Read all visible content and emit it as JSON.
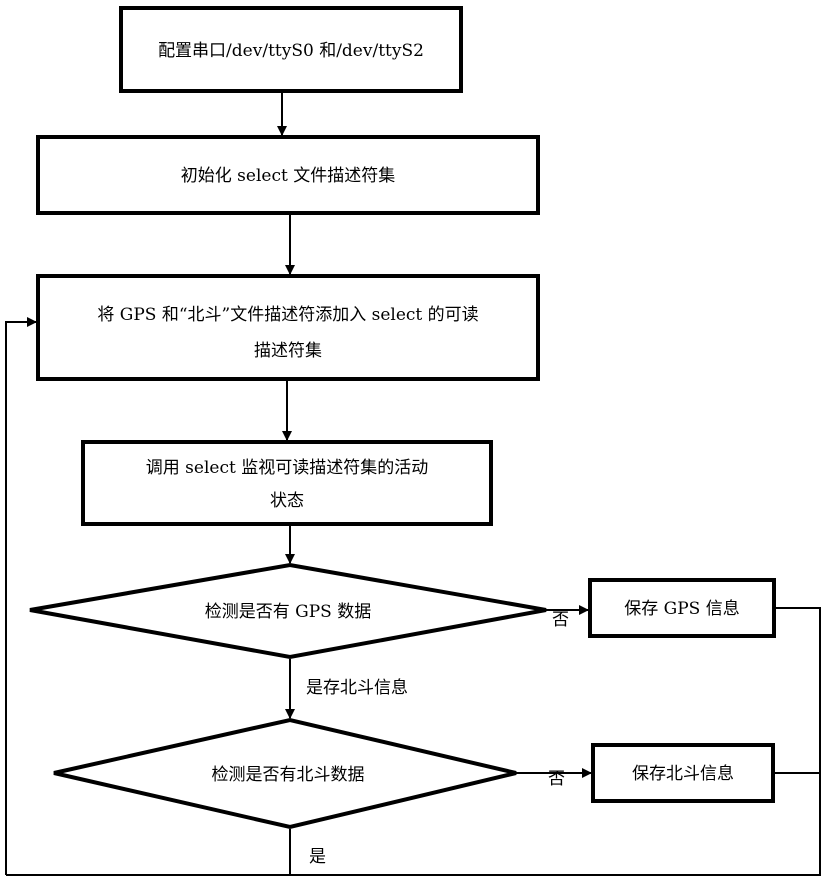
{
  "nodes": {
    "config_serial": {
      "label": "配置串口/dev/ttyS0 和/dev/ttyS2"
    },
    "init_select": {
      "label": "初始化  select  文件描述符集"
    },
    "add_fds": {
      "line1": "将 GPS  和“北斗”文件描述符添加入  select  的可读",
      "line2": "描述符集"
    },
    "call_select": {
      "line1": "调用  select  监视可读描述符集的活动",
      "line2": "状态"
    },
    "check_gps": {
      "label": "检测是否有 GPS 数据"
    },
    "save_gps": {
      "label": "保存 GPS 信息"
    },
    "check_beidou": {
      "label": "检测是否有北斗数据"
    },
    "save_beidou": {
      "label": "保存北斗信息"
    }
  },
  "edge_labels": {
    "gps_no": "否",
    "gps_yes": "是存北斗信息",
    "beidou_no": "否",
    "beidou_yes": "是"
  },
  "colors": {
    "stroke": "#000000",
    "background": "#ffffff",
    "text": "#000000"
  }
}
